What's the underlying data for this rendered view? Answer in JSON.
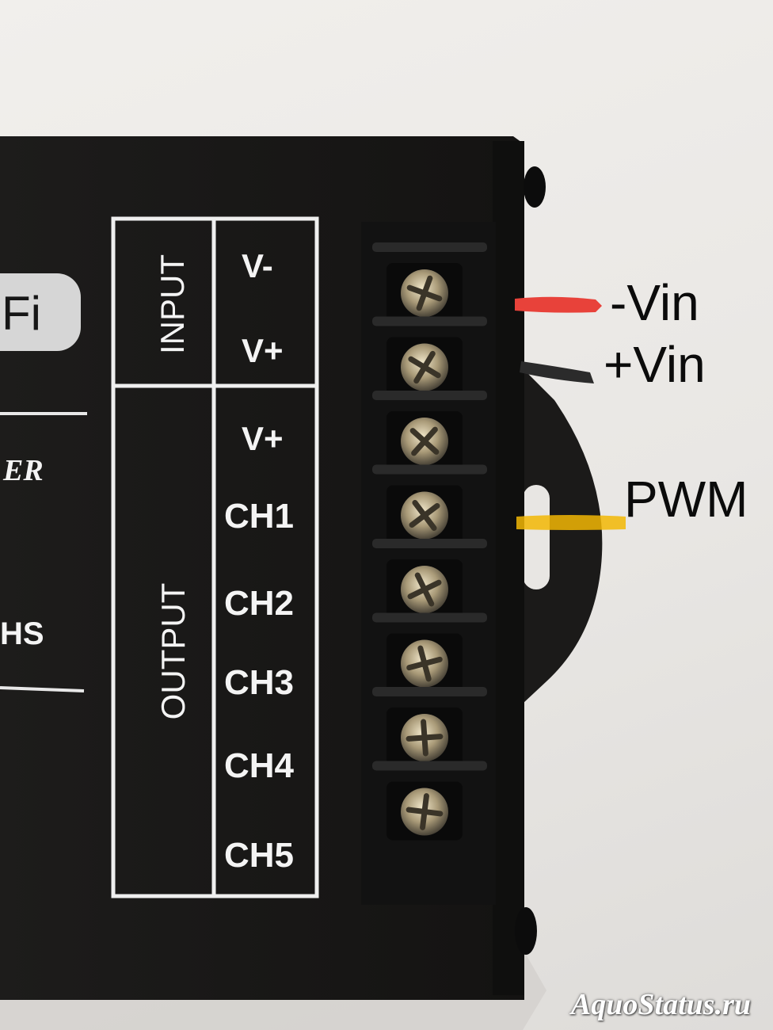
{
  "panel": {
    "input_label": "INPUT",
    "output_label": "OUTPUT",
    "terminals": [
      "V-",
      "V+",
      "V+",
      "CH1",
      "CH2",
      "CH3",
      "CH4",
      "CH5"
    ],
    "badge_text": "Fi",
    "fragment_er": "ER",
    "fragment_hs": "HS"
  },
  "annotations": [
    {
      "text": "-Vin",
      "color": "#e8423a"
    },
    {
      "text": "+Vin",
      "color": "#2b2b2b"
    },
    {
      "text": "PWM",
      "color": "#f2b705"
    }
  ],
  "watermark": "AquoStatus.ru"
}
